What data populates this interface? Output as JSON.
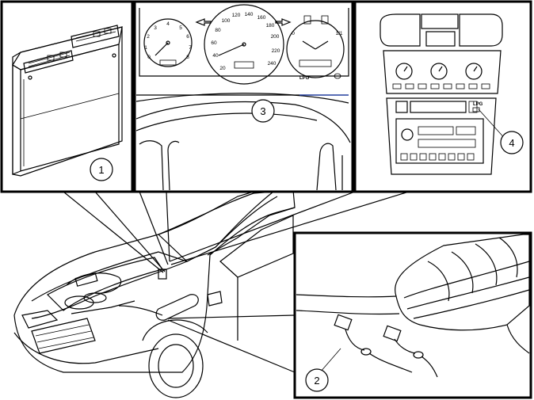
{
  "callouts": [
    {
      "label": "1"
    },
    {
      "label": "2"
    },
    {
      "label": "3"
    },
    {
      "label": "4"
    }
  ],
  "speedometer_ticks": [
    "20",
    "40",
    "60",
    "80",
    "100",
    "120",
    "140",
    "160",
    "180",
    "200",
    "220",
    "240"
  ],
  "tachometer_ticks": [
    "0",
    "1",
    "2",
    "3",
    "4",
    "5",
    "6",
    "7",
    "8"
  ],
  "fuel_temp_marks": [
    "0",
    "1/1"
  ],
  "indicator_labels": {
    "cluster_lamp": "LPG",
    "console_button": "LPG"
  }
}
